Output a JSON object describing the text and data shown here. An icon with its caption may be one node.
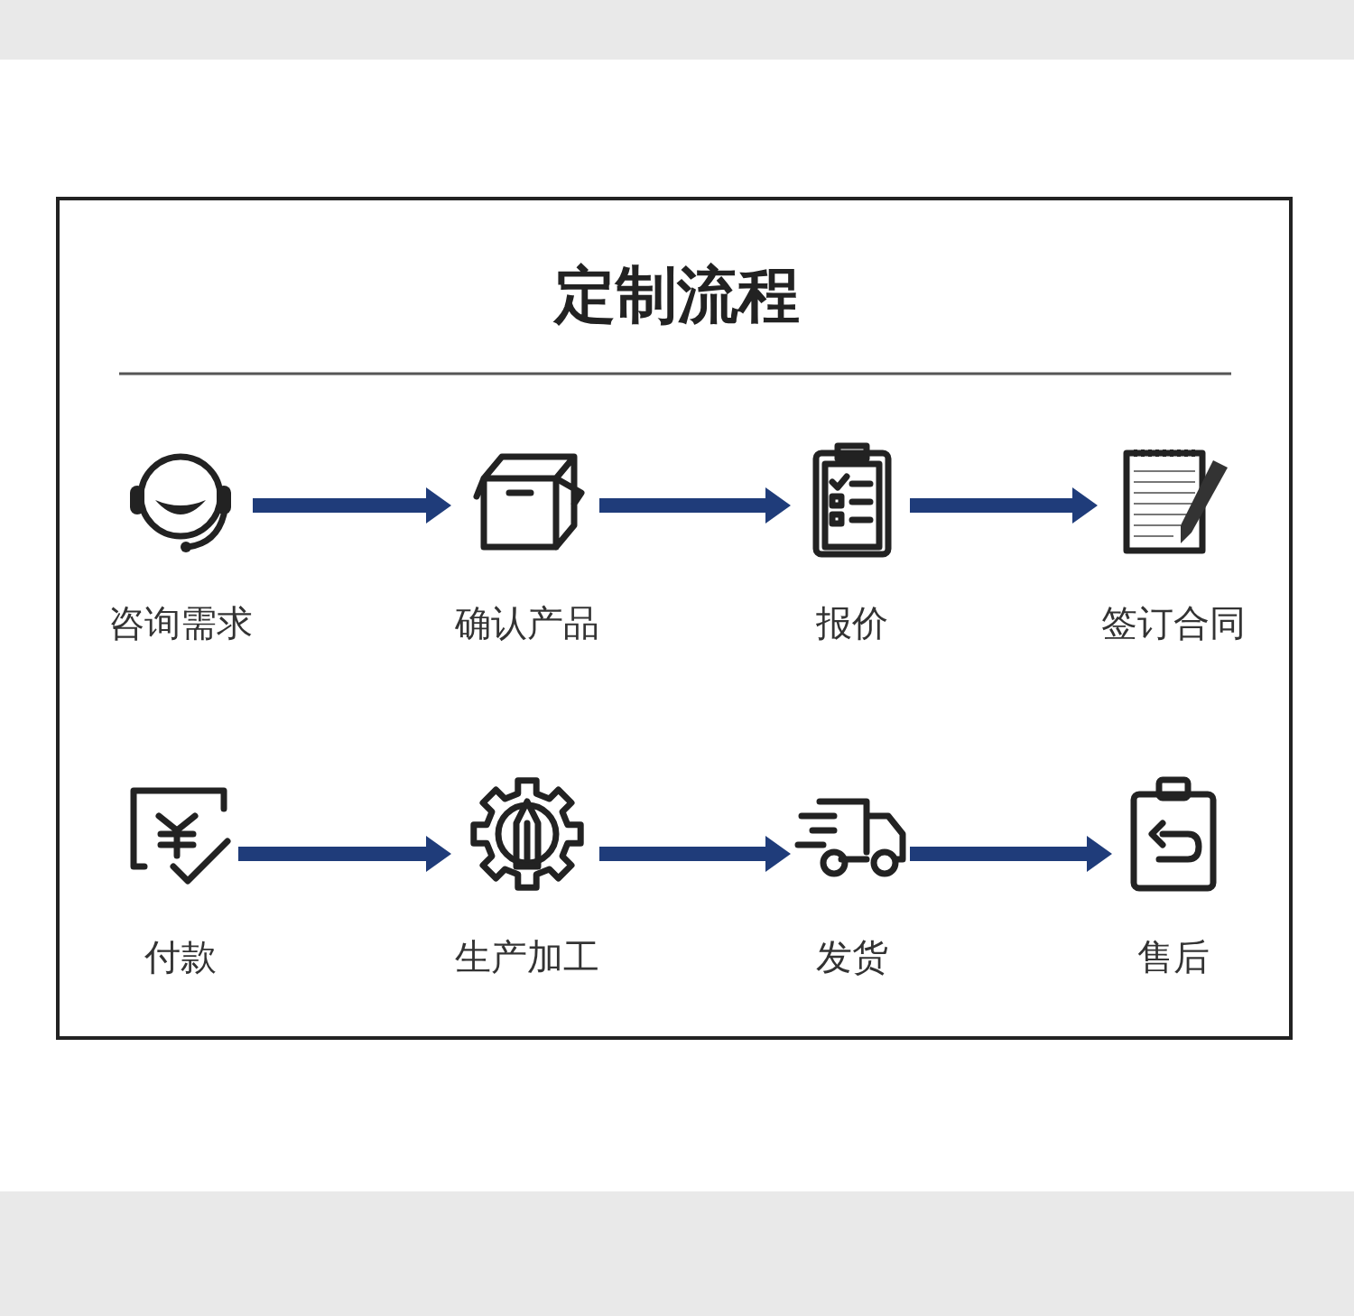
{
  "diagram": {
    "title": "定制流程",
    "nodes": [
      {
        "text": [
          "咨询需求"
        ]
      },
      {
        "text": [
          "确认产品"
        ]
      },
      {
        "text": [
          "报价"
        ]
      },
      {
        "text": [
          "签订合同"
        ]
      },
      {
        "text": [
          "付款"
        ]
      },
      {
        "text": [
          "生产加工"
        ]
      },
      {
        "text": [
          "发货"
        ]
      },
      {
        "text": [
          "售后"
        ]
      }
    ],
    "edges": [
      {
        "from": 0,
        "to": 1,
        "arrow": "to"
      },
      {
        "from": 1,
        "to": 2,
        "arrow": "to"
      },
      {
        "from": 2,
        "to": 3,
        "arrow": "to"
      },
      {
        "from": 4,
        "to": 5,
        "arrow": "to"
      },
      {
        "from": 5,
        "to": 6,
        "arrow": "to"
      },
      {
        "from": 6,
        "to": 7,
        "arrow": "to"
      }
    ]
  }
}
